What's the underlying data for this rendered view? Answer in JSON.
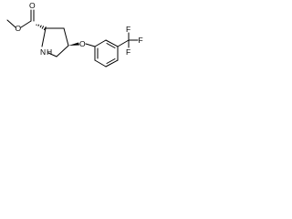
{
  "molecule": {
    "atoms": {
      "ester_o_dbl": "O",
      "ester_o_single": "O",
      "ring_n": "N",
      "ring_h": "H",
      "ether_o": "O",
      "f_top": "F",
      "f_mid": "F",
      "f_bottom": "F"
    }
  }
}
